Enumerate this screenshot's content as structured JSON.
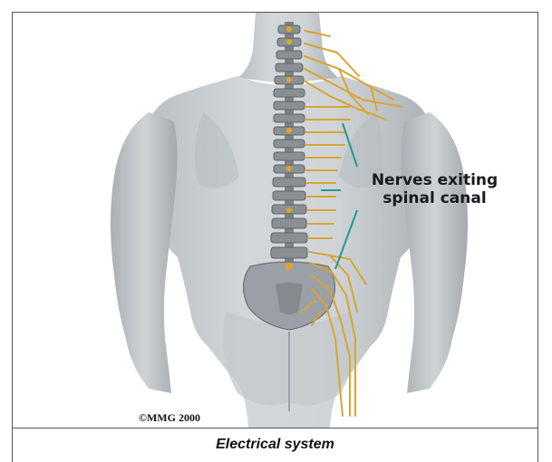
{
  "figure": {
    "label_line1": "Nerves exiting",
    "label_line2": "spinal canal",
    "copyright": "©MMG 2000",
    "caption": "Electrical system",
    "colors": {
      "body": "#c9ced2",
      "body_shadow": "#9aa1a6",
      "spine": "#8a8f93",
      "nerve": "#d9a531",
      "pointer": "#1f9a95"
    }
  }
}
